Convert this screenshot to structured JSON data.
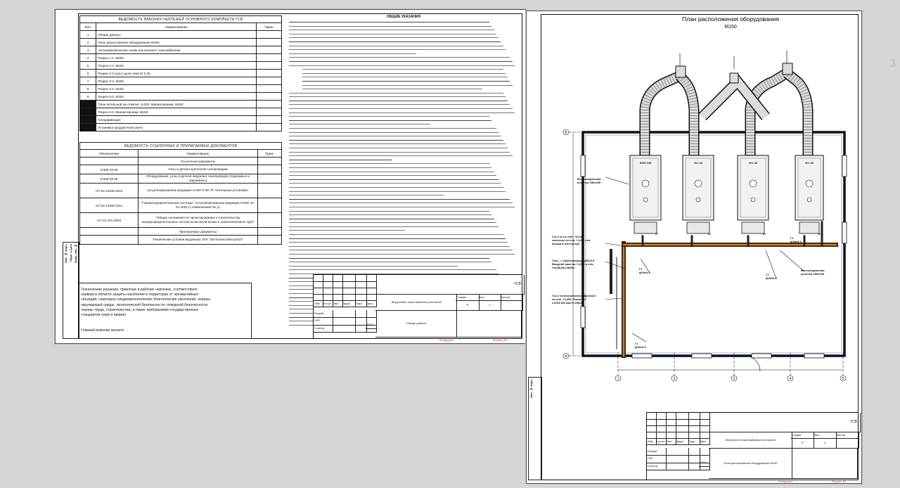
{
  "sheet1": {
    "frame_strip": [
      "Инв. № подл.",
      "Подп. и дата",
      "Взам. инв. №"
    ],
    "frame_strip_lower": [
      "Инв. № подл.",
      "Подп. и дата",
      "Взам. инв. №"
    ],
    "drawings_title": "ВЕДОМОСТЬ РАБОЧИХ ЧЕРТЕЖЕЙ ОСНОВНОГО КОМПЛЕКТА ГСВ",
    "drawings_head": [
      "Лист",
      "Наименование",
      "Прим."
    ],
    "drawings": [
      {
        "n": "1",
        "name": "Общие данные"
      },
      {
        "n": "2",
        "name": "План расположения оборудования М150"
      },
      {
        "n": "3",
        "name": "Аксонометрическая схема внутреннего газоснабжения"
      },
      {
        "n": "4",
        "name": "Разрез 1-1. М150"
      },
      {
        "n": "5",
        "name": "Разрез 2-2. М150"
      },
      {
        "n": "6",
        "name": "Разрез 2-2 (узел ушла газа) М 1:25"
      },
      {
        "n": "7",
        "name": "Разрез 3-3. М150"
      },
      {
        "n": "8",
        "name": "Разрез 4-4. М150"
      },
      {
        "n": "9",
        "name": "Разрез 5-5. М150"
      },
      {
        "n": "",
        "name": "План котельной на отметке -0,000. Миниатюрники. М150"
      },
      {
        "n": "",
        "name": "Разрез 6-6. Миниатюрники. М150"
      },
      {
        "n": "",
        "name": "Спецификация"
      },
      {
        "n": "",
        "name": "Установка продувочной свечи"
      }
    ],
    "refs_title": "ВЕДОМОСТЬ ССЫЛОЧНЫХ И ПРИЛАГАЕМЫХ ДОКУМЕНТОВ",
    "refs_head": [
      "Обозначение",
      "Наименование",
      "Прим."
    ],
    "refs_section1": "Ссылочные документы",
    "refs": [
      {
        "code": "5.905-18.05",
        "name": "Узлы и детали крепления газопроводов"
      },
      {
        "code": "5.905-25.05",
        "name": "Оборудование, узлы и детали наружных газопроводов (подземных и надземных)"
      },
      {
        "code": "СП 62.13330.2012",
        "name": "Актуализированная редакция СНиП II-35-76 \"Котельные установки\""
      },
      {
        "code": "СП 62.13330.2011",
        "name": "\"Газораспределительные системы\" Актуализированная редакция СНиП 42-01-2002 (с Изменением N1,2)"
      },
      {
        "code": "СП 42-101-2003",
        "name": "\"Общие положения по проектированию и строительству газораспределительных систем из металлических и полиэтиленовых труб\""
      }
    ],
    "refs_section2": "Прилагаемые документы",
    "refs_attached": "Технические условия выданные ЗПУ \"ЗелпогазСибиль2024\"",
    "note": "Технические решения, принятые в рабочих чертежах, соответствуют\nнормам в области защиты населения и территории от чрезвычайных\nситуаций, санитарно-эпидемиологических благополучия населения, охраны\nокружающей среды, экологической безопасности, пожарной безопасности,\nохраны труда, строительства, а также требованиям государственных\nстандартов норм и правил",
    "chief": "Главный инженер проекта",
    "general_title": "ОБЩИЕ УКАЗАНИЯ",
    "stamp_code": "-ГСВ",
    "stamp_cols": [
      "Изм.",
      "Кол.уч",
      "Лист",
      "№док.",
      "Подп.",
      "Дата"
    ],
    "stamp_rows": [
      "Разраб.",
      "ГИП",
      "Н.контр."
    ],
    "stamp_year": "2024",
    "stamp_obj": "Внутреннее газоснабжение котельной",
    "stamp_sheet_name": "Общие данные",
    "stamp_head": [
      "Стадия",
      "Лист",
      "Листов"
    ],
    "stamp_vals": [
      "Р",
      "1",
      ""
    ],
    "copied": "Копировал",
    "format": "Формат А3"
  },
  "sheet2": {
    "title": "План расположения оборудования",
    "scale": "М150",
    "axis_letters": [
      "Б",
      "А"
    ],
    "axis_numbers": [
      "1",
      "2",
      "3",
      "4",
      "5"
    ],
    "boilers": [
      "SOH 120",
      "Уст 43",
      "Уст 43",
      "Уст 43"
    ],
    "boiler_marks": [
      "К1",
      "К2",
      "К3",
      "К4"
    ],
    "labels": {
      "l1": "Вентиляционная\nрешетка 250х250",
      "l2": "Газ-0 м.2 в отм. +0,640\nзначение на отм. +1,8 в отм.\nвыход в котельную",
      "l3": "Газо - с трубопровод Ду50х3,5\nВводной кран на +1,8 м в отм.\nГазовый клапан",
      "l4": "Газ-0 теплоснабжение Ду32х3,5\nна отм. +2,450. Рамка ф1\nотбой Ø0,4ми+0,250м",
      "l5": "Вентиляционная\nрешетка 250х250",
      "g1": "Г1\nф45х4,5",
      "g2": "Г1\nф45х4,5",
      "g3": "Г1\nф32х3,5",
      "g4": "Г1\nф45х4,5"
    },
    "stamp_code": "-ГСВ",
    "stamp_cols": [
      "Изм.",
      "Кол.уч",
      "Лист",
      "№док.",
      "Подп.",
      "Дата"
    ],
    "stamp_rows": [
      "Разраб.",
      "ГИП",
      "Н.контр."
    ],
    "stamp_year": "2024",
    "stamp_obj": "Внутреннее газоснабжение котельной",
    "stamp_sheet_name": "План расположения оборудования М150",
    "stamp_head": [
      "Стадия",
      "Лист",
      "Листов"
    ],
    "stamp_vals": [
      "Р",
      "2",
      ""
    ],
    "copied": "Копировал",
    "format": "Формат А3"
  },
  "page_marker": "3"
}
